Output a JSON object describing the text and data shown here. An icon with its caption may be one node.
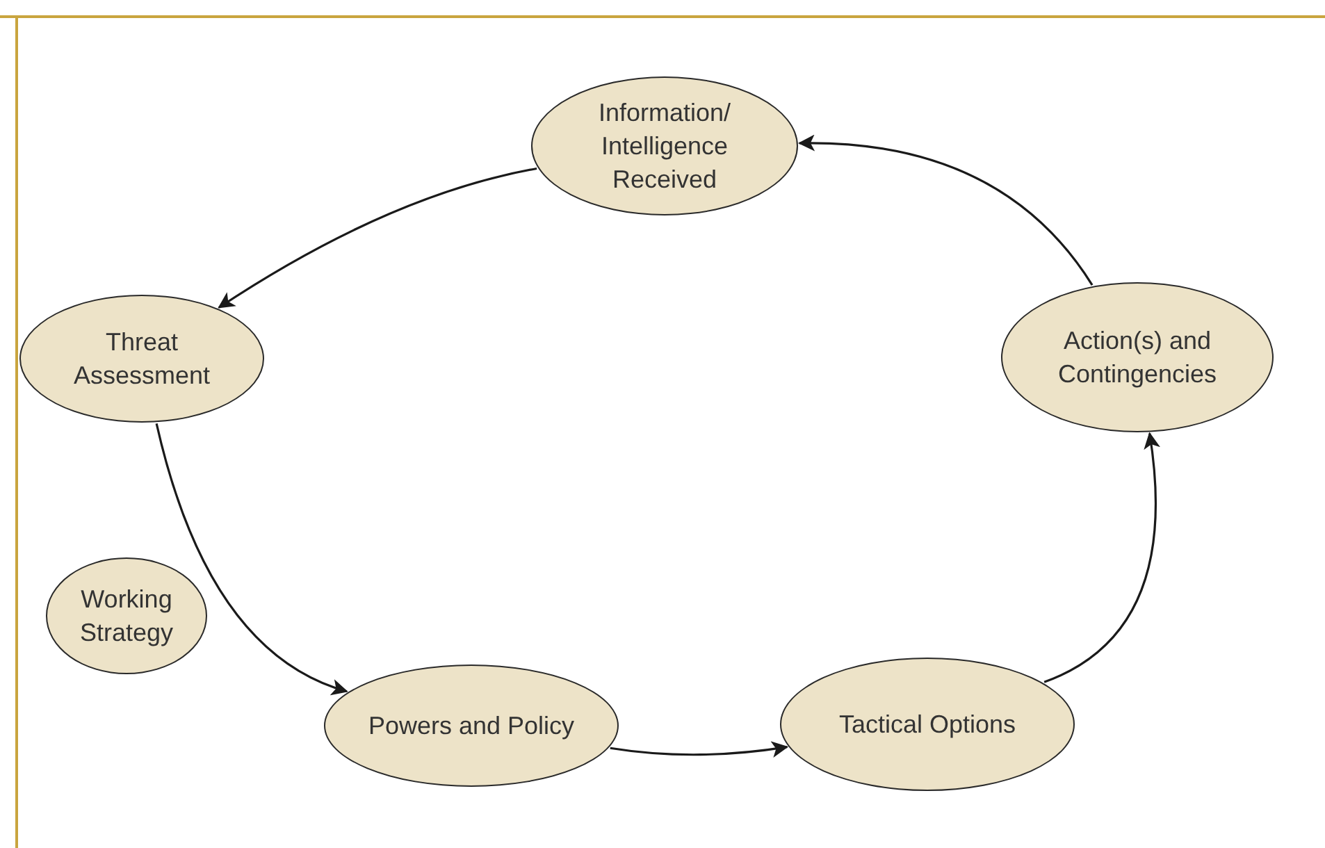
{
  "diagram": {
    "nodes": [
      {
        "text": [
          "Information/ Intelligence Received"
        ]
      },
      {
        "text": [
          "Threat Assessment"
        ]
      },
      {
        "text": [
          "Working Strategy"
        ]
      },
      {
        "text": [
          "Powers and Policy"
        ]
      },
      {
        "text": [
          "Tactical Options"
        ]
      },
      {
        "text": [
          "Action(s) and Contingencies"
        ]
      }
    ],
    "edges": [
      {
        "from": 0,
        "to": 1,
        "arrow": "to"
      },
      {
        "from": 1,
        "to": 3,
        "arrow": "to"
      },
      {
        "from": 3,
        "to": 4,
        "arrow": "to"
      },
      {
        "from": 4,
        "to": 5,
        "arrow": "to"
      },
      {
        "from": 5,
        "to": 0,
        "arrow": "to"
      }
    ]
  }
}
